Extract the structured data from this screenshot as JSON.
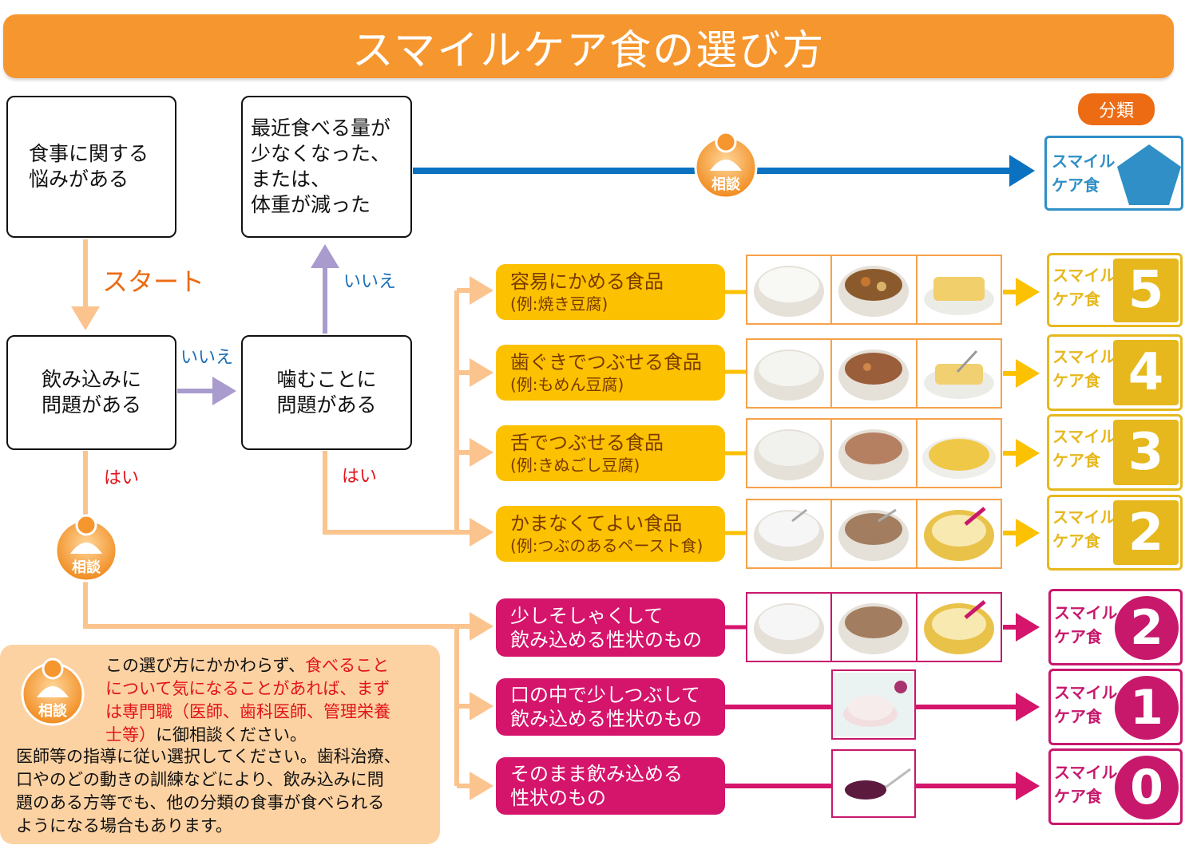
{
  "title": "スマイルケア食の選び方",
  "boxes": {
    "box1": [
      "食事に関する",
      "悩みがある"
    ],
    "box2": [
      "最近食べる量が",
      "少なくなった、",
      "または、",
      "体重が減った"
    ],
    "box3": [
      "飲み込みに",
      "問題がある"
    ],
    "box4": [
      "噛むことに",
      "問題がある"
    ]
  },
  "labels": {
    "start": "スタート",
    "no1": "いいえ",
    "no2": "いいえ",
    "yes1": "はい",
    "yes2": "はい",
    "consult": "相談",
    "bunrui": "分類"
  },
  "yellow_items": [
    {
      "main": "容易にかめる食品",
      "sub": "(例:焼き豆腐)",
      "num": "5"
    },
    {
      "main": "歯ぐきでつぶせる食品",
      "sub": "(例:もめん豆腐)",
      "num": "4"
    },
    {
      "main": "舌でつぶせる食品",
      "sub": "(例:きぬごし豆腐)",
      "num": "3"
    },
    {
      "main": "かまなくてよい食品",
      "sub": "(例:つぶのあるペースト食)",
      "num": "2"
    }
  ],
  "pink_items": [
    {
      "line1": "少しそしゃくして",
      "line2": "飲み込める性状のもの",
      "num": "2"
    },
    {
      "line1": "口の中で少しつぶして",
      "line2": "飲み込める性状のもの",
      "num": "1"
    },
    {
      "line1": "そのまま飲み込める",
      "line2": "性状のもの",
      "num": "0"
    }
  ],
  "card_text": [
    "スマイル",
    "ケア食"
  ],
  "note": {
    "p1_a": "この選び方にかかわらず、",
    "p1_b": "食べること",
    "p1_c": "について気になることがあれば、まず",
    "p1_d": "は専門職（医師、歯科医師、管理栄養",
    "p1_e": "士等）",
    "p1_f": "に御相談ください。",
    "p2": [
      "医師等の指導に従い選択してください。歯科治療、",
      "口やのどの動きの訓練などにより、飲み込みに問",
      "題のある方等でも、他の分類の食事が食べられる",
      "ようになる場合もあります。"
    ]
  },
  "colors": {
    "orange": "#f6962e",
    "blue": "#0a72c0",
    "yellow": "#fcc100",
    "pink": "#d5146b",
    "lavender": "#a99bcd",
    "peach": "#fbc38e",
    "card_blue": "#2f8fc6",
    "card_yellow": "#e6b81e",
    "card_pink": "#c8186c"
  }
}
